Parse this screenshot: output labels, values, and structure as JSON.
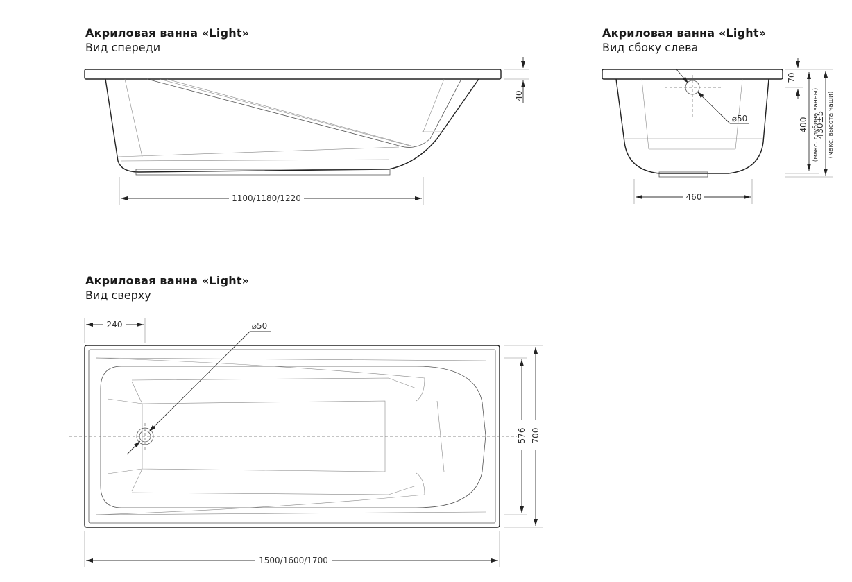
{
  "views": {
    "front": {
      "title": "Акриловая ванна «Light»",
      "subtitle": "Вид спереди"
    },
    "side": {
      "title": "Акриловая ванна «Light»",
      "subtitle": "Вид сбоку слева"
    },
    "top": {
      "title": "Акриловая ванна «Light»",
      "subtitle": "Вид сверху"
    }
  },
  "dimensions": {
    "front_length": "1100/1180/1220",
    "front_rim": "40",
    "side_width": "460",
    "side_drain": "⌀50",
    "side_rim": "70",
    "side_depth": "400",
    "side_depth_note": "(макс. глубина ванны)",
    "side_height": "430±5",
    "side_height_note": "(макс. высота чаши)",
    "top_drain_offset": "240",
    "top_drain": "⌀50",
    "top_inner_width": "576",
    "top_outer_width": "700",
    "top_length": "1500/1600/1700"
  }
}
